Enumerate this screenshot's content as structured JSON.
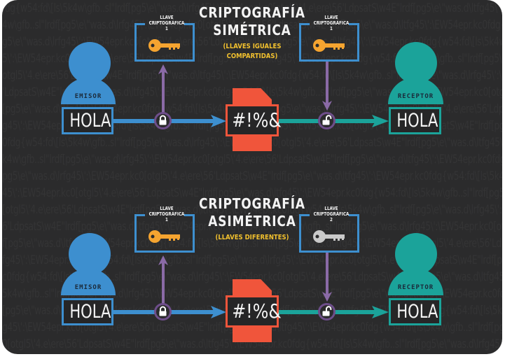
{
  "colors": {
    "background": "#2b2b2c",
    "sender_blue": "#3d8fcf",
    "receiver_teal": "#1ba39a",
    "key_orange": "#f5a430",
    "key_gray": "#c9c9c9",
    "arrow_purple": "#8a6aa6",
    "cipher_red": "#f0553b",
    "subtitle_yellow": "#f2c12e"
  },
  "background_noise": "fdg{w54:fd\\[ls\\5k4w\\gfb..sl\"lrdf[pg5\\e\\\"was.d\\lrfg45\\':\\EW54epr.kc0[otgl5\\'4.e\\ere\\56'LdpsatS\\w4E\"lrdf[pg5\\e\\\"was.d\\ltfg45\\':\\EW54epr.kc0",
  "sections": [
    {
      "title_line1": "CRIPTOGRAFÍA",
      "title_line2": "SIMÉTRICA",
      "subtitle_line1": "(LLAVES IGUALES",
      "subtitle_line2": "COMPARTIDAS)",
      "left_key": {
        "label_line1": "LLAVE",
        "label_line2": "CRIPTOGRÁFICA",
        "label_line3": "1",
        "icon": "key-icon",
        "color": "#f5a430"
      },
      "right_key": {
        "label_line1": "LLAVE",
        "label_line2": "CRIPTOGRÁFICA",
        "label_line3": "1",
        "icon": "key-icon",
        "color": "#f5a430"
      },
      "sender": {
        "role": "EMISOR",
        "message": "HOLA"
      },
      "encrypt_icon": "lock-closed-icon",
      "ciphertext": "#!%&",
      "decrypt_icon": "lock-open-icon",
      "receiver": {
        "role": "RECEPTOR",
        "message": "HOLA"
      }
    },
    {
      "title_line1": "CRIPTOGRAFÍA",
      "title_line2": "ASIMÉTRICA",
      "subtitle_line1": "(LLAVES DIFERENTES)",
      "subtitle_line2": "",
      "left_key": {
        "label_line1": "LLAVE",
        "label_line2": "CRIPTOGRÁFICA",
        "label_line3": "1",
        "icon": "key-icon",
        "color": "#f5a430"
      },
      "right_key": {
        "label_line1": "LLAVE",
        "label_line2": "CRIPTOGRÁFICA",
        "label_line3": "2",
        "icon": "key-icon",
        "color": "#c9c9c9"
      },
      "sender": {
        "role": "EMISOR",
        "message": "HOLA"
      },
      "encrypt_icon": "lock-closed-icon",
      "ciphertext": "#!%&",
      "decrypt_icon": "lock-open-icon",
      "receiver": {
        "role": "RECEPTOR",
        "message": "HOLA"
      }
    }
  ]
}
